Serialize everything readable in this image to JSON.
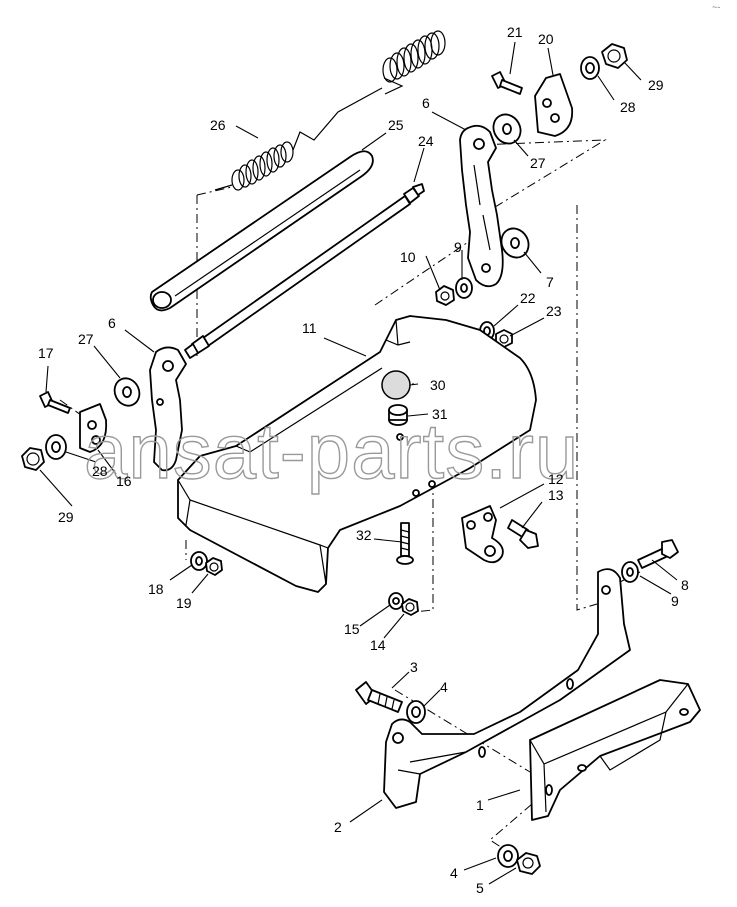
{
  "watermark": "ansat-parts.ru",
  "corner_mark": "~-",
  "callouts": {
    "c1": "1",
    "c2": "2",
    "c3": "3",
    "c4a": "4",
    "c4b": "4",
    "c5": "5",
    "c6a": "6",
    "c6b": "6",
    "c7": "7",
    "c8": "8",
    "c9a": "9",
    "c9b": "9",
    "c10": "10",
    "c11": "11",
    "c12": "12",
    "c13": "13",
    "c14": "14",
    "c15": "15",
    "c16": "16",
    "c17": "17",
    "c18": "18",
    "c19": "19",
    "c20": "20",
    "c21": "21",
    "c22": "22",
    "c23": "23",
    "c24": "24",
    "c25": "25",
    "c26": "26",
    "c27a": "27",
    "c27b": "27",
    "c28a": "28",
    "c28b": "28",
    "c29a": "29",
    "c29b": "29",
    "c30": "30",
    "c31": "31",
    "c32": "32"
  }
}
